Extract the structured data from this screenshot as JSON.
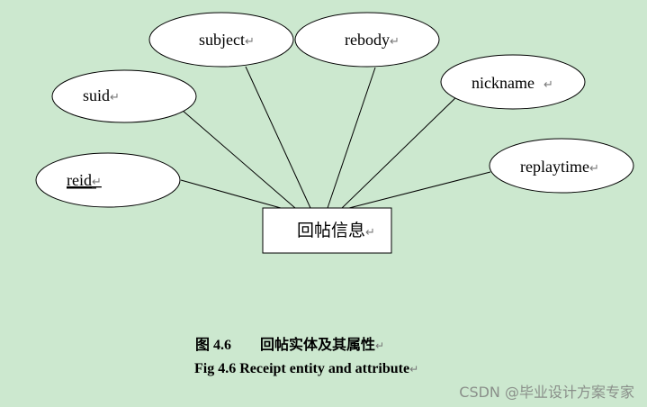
{
  "entity": {
    "label": "回帖信息"
  },
  "attributes": {
    "subject": {
      "label": "subject"
    },
    "rebody": {
      "label": "rebody"
    },
    "suid": {
      "label": "suid"
    },
    "nickname": {
      "label": "nickname"
    },
    "reid": {
      "label": "reid"
    },
    "replaytime": {
      "label": "replaytime"
    }
  },
  "paragraph_mark": "↵",
  "caption": {
    "cn_number": "图 4.6",
    "cn_title": "回帖实体及其属性",
    "en": "Fig 4.6 Receipt entity and attribute"
  },
  "watermark": "CSDN @毕业设计方案专家"
}
